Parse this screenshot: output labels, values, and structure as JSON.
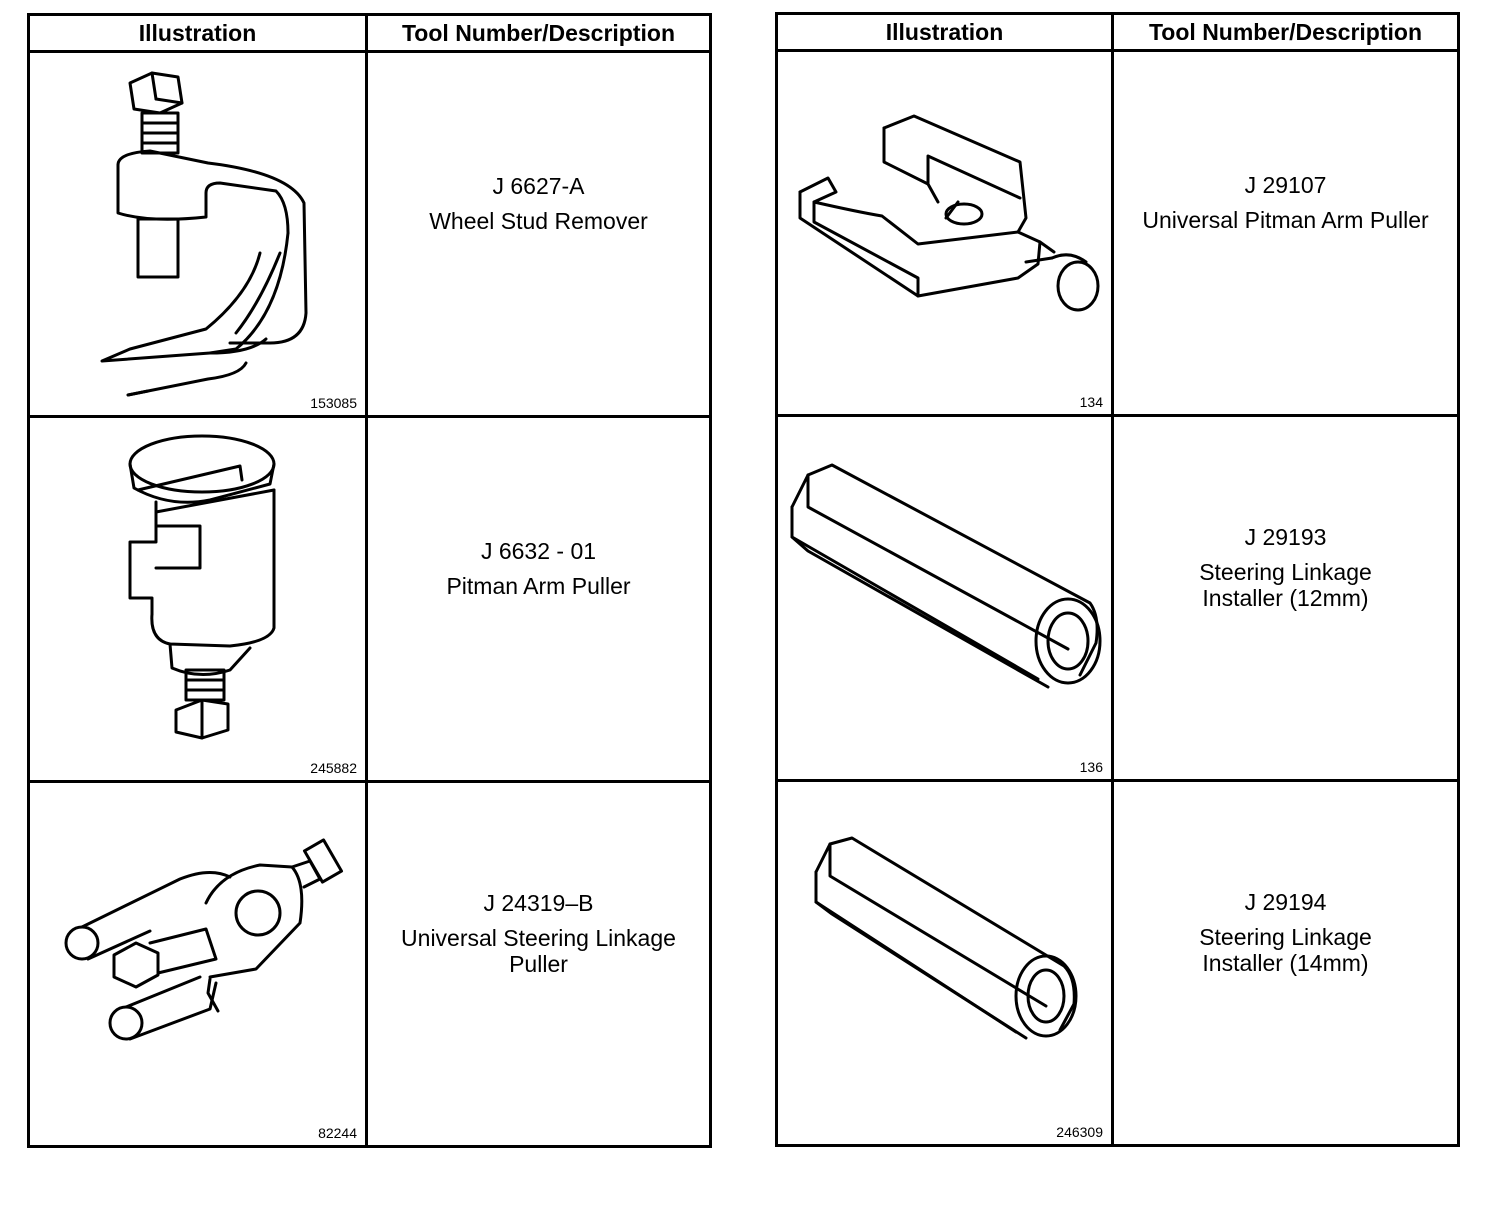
{
  "header": {
    "illustration": "Illustration",
    "tool": "Tool Number/Description"
  },
  "left": [
    {
      "fig": "153085",
      "number": "J 6627-A",
      "name": "Wheel Stud Remover",
      "icon": "wheel-stud-remover"
    },
    {
      "fig": "245882",
      "number": "J 6632 - 01",
      "name": "Pitman Arm Puller",
      "icon": "pitman-arm-puller"
    },
    {
      "fig": "82244",
      "number": "J 24319–B",
      "name": "Universal Steering Linkage Puller",
      "icon": "steering-linkage-puller"
    }
  ],
  "right": [
    {
      "fig": "134",
      "number": "J 29107",
      "name": "Universal Pitman Arm Puller",
      "icon": "universal-pitman-arm-puller"
    },
    {
      "fig": "136",
      "number": "J 29193",
      "name": "Steering Linkage Installer (12mm)",
      "icon": "linkage-installer"
    },
    {
      "fig": "246309",
      "number": "J 29194",
      "name": "Steering Linkage Installer (14mm)",
      "icon": "linkage-installer"
    }
  ]
}
